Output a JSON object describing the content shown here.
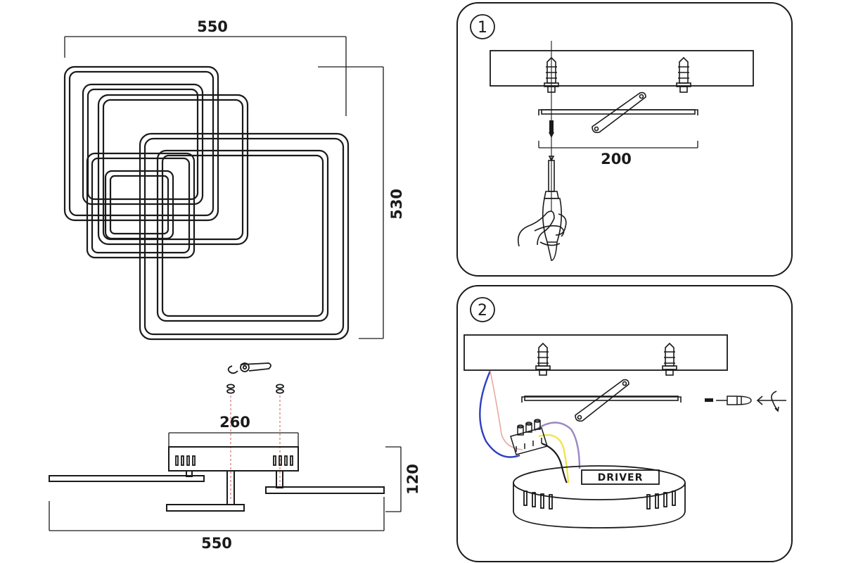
{
  "front_view": {
    "width_label": "550",
    "height_label": "530"
  },
  "side_view": {
    "base_width_label": "260",
    "height_label": "120",
    "total_width_label": "550"
  },
  "step1": {
    "number": "1",
    "spacing_label": "200"
  },
  "step2": {
    "number": "2",
    "driver_label": "DRIVER"
  },
  "colors": {
    "ink": "#1a1a1a",
    "wire_blue": "#2f3fbf",
    "wire_pink": "#e8a8a0",
    "wire_purple": "#9a86c6",
    "wire_yellow": "#f2e34a",
    "guide_red": "#d9736b"
  }
}
